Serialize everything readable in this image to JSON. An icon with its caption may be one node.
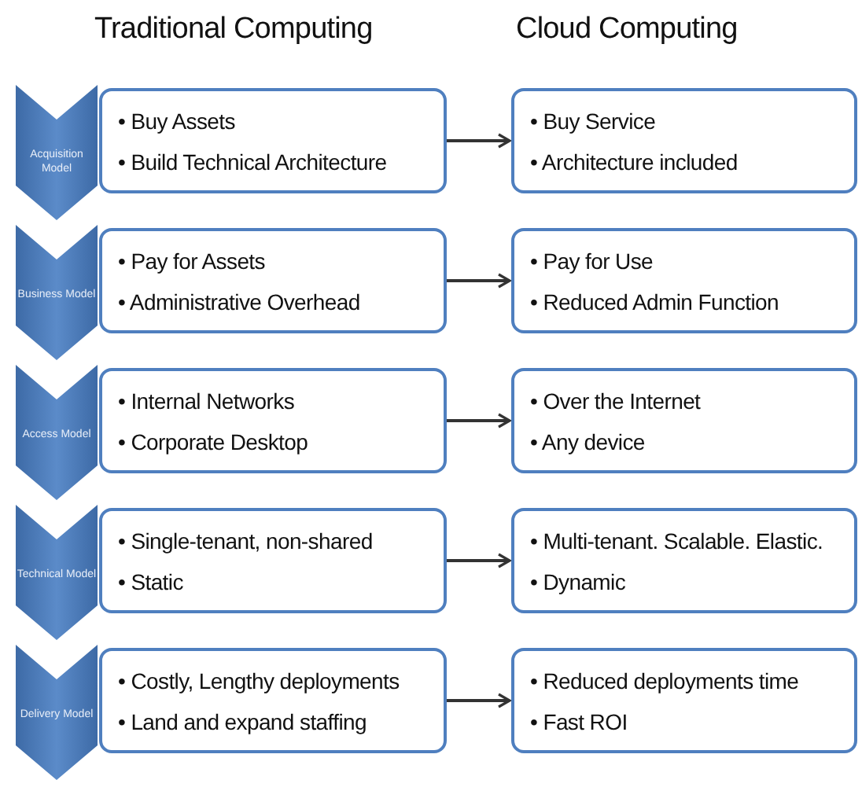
{
  "diagram": {
    "nodes": [
      {
        "text": [
          "Acquisition Model"
        ]
      },
      {
        "text": [
          "• Buy Assets",
          "• Build Technical  Architecture"
        ]
      },
      {
        "text": [
          "• Buy Service",
          "• Architecture included"
        ]
      },
      {
        "text": [
          "Business Model"
        ]
      },
      {
        "text": [
          "• Pay for Assets",
          "• Administrative Overhead"
        ]
      },
      {
        "text": [
          "• Pay for Use",
          "• Reduced Admin Function"
        ]
      },
      {
        "text": [
          "Access Model"
        ]
      },
      {
        "text": [
          "• Internal Networks",
          "• Corporate Desktop"
        ]
      },
      {
        "text": [
          "• Over the Internet",
          "• Any device"
        ]
      },
      {
        "text": [
          "Technical Model"
        ]
      },
      {
        "text": [
          "• Single-tenant, non-shared",
          "• Static"
        ]
      },
      {
        "text": [
          "• Multi-tenant. Scalable. Elastic.",
          "• Dynamic"
        ]
      },
      {
        "text": [
          "Delivery Model"
        ]
      },
      {
        "text": [
          "• Costly, Lengthy deployments",
          "• Land and expand staffing"
        ]
      },
      {
        "text": [
          "• Reduced deployments time",
          "• Fast ROI"
        ]
      }
    ],
    "edges": [
      {
        "from": 1,
        "to": 2,
        "arrow": "to"
      },
      {
        "from": 4,
        "to": 5,
        "arrow": "to"
      },
      {
        "from": 7,
        "to": 8,
        "arrow": "to"
      },
      {
        "from": 10,
        "to": 11,
        "arrow": "to"
      },
      {
        "from": 13,
        "to": 14,
        "arrow": "to"
      }
    ],
    "labels": [
      "Traditional Computing",
      "Cloud Computing"
    ]
  }
}
